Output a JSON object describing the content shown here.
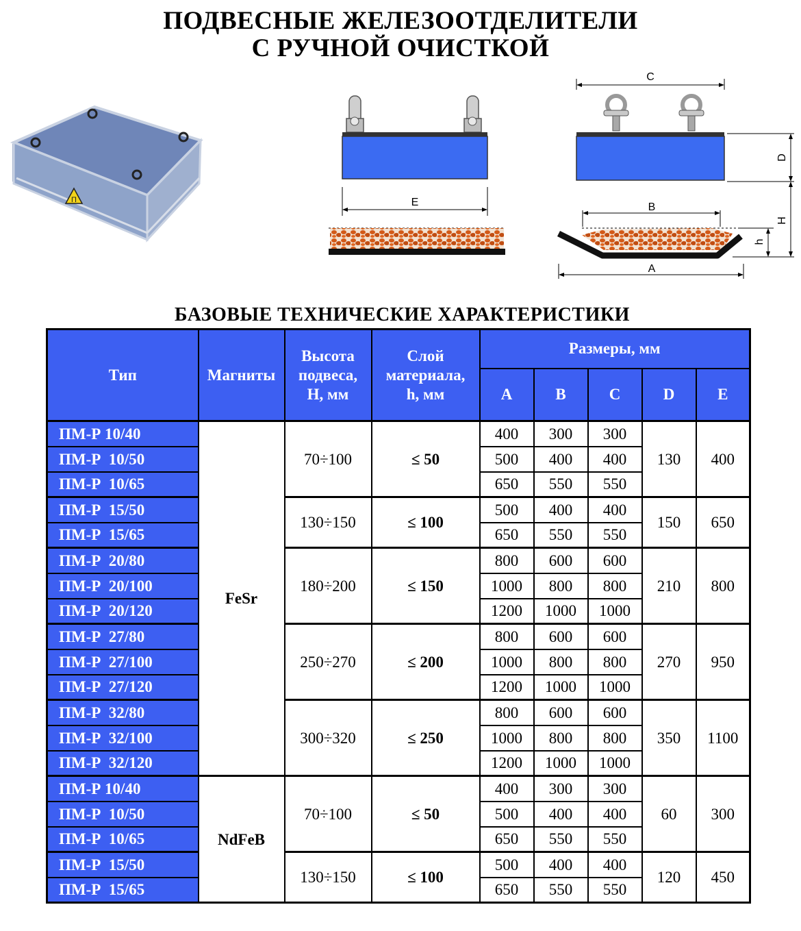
{
  "title": {
    "line1": "ПОДВЕСНЫЕ ЖЕЛЕЗООТДЕЛИТЕЛИ",
    "line2": "С РУЧНОЙ ОЧИСТКОЙ"
  },
  "photo": {
    "warning_symbol": "П"
  },
  "diagram": {
    "labels": {
      "A": "A",
      "B": "B",
      "C": "C",
      "D": "D",
      "E": "E",
      "H": "H",
      "h": "h"
    },
    "colors": {
      "magnet": "#3b6bf2",
      "material": "#d35a18"
    }
  },
  "table": {
    "subtitle": "БАЗОВЫЕ ТЕХНИЧЕСКИЕ ХАРАКТЕРИСТИКИ",
    "headers": {
      "type": "Тип",
      "magnets": "Магниты",
      "height_l1": "Высота",
      "height_l2": "подвеса,",
      "height_l3": "H, мм",
      "layer_l1": "Слой",
      "layer_l2": "материала,",
      "layer_l3": "h, мм",
      "dims": "Размеры, мм",
      "A": "A",
      "B": "B",
      "C": "C",
      "D": "D",
      "E": "E"
    },
    "header_color": "#3d5ff2",
    "magnets": [
      "FeSr",
      "NdFeB"
    ],
    "rows": [
      {
        "type": "ПМ-Р 10/40",
        "A": "400",
        "B": "300",
        "C": "300"
      },
      {
        "type": "ПМ-Р  10/50",
        "A": "500",
        "B": "400",
        "C": "400"
      },
      {
        "type": "ПМ-Р  10/65",
        "A": "650",
        "B": "550",
        "C": "550"
      },
      {
        "type": "ПМ-Р  15/50",
        "A": "500",
        "B": "400",
        "C": "400"
      },
      {
        "type": "ПМ-Р  15/65",
        "A": "650",
        "B": "550",
        "C": "550"
      },
      {
        "type": "ПМ-Р  20/80",
        "A": "800",
        "B": "600",
        "C": "600"
      },
      {
        "type": "ПМ-Р  20/100",
        "A": "1000",
        "B": "800",
        "C": "800"
      },
      {
        "type": "ПМ-Р  20/120",
        "A": "1200",
        "B": "1000",
        "C": "1000"
      },
      {
        "type": "ПМ-Р  27/80",
        "A": "800",
        "B": "600",
        "C": "600"
      },
      {
        "type": "ПМ-Р  27/100",
        "A": "1000",
        "B": "800",
        "C": "800"
      },
      {
        "type": "ПМ-Р  27/120",
        "A": "1200",
        "B": "1000",
        "C": "1000"
      },
      {
        "type": "ПМ-Р  32/80",
        "A": "800",
        "B": "600",
        "C": "600"
      },
      {
        "type": "ПМ-Р  32/100",
        "A": "1000",
        "B": "800",
        "C": "800"
      },
      {
        "type": "ПМ-Р  32/120",
        "A": "1200",
        "B": "1000",
        "C": "1000"
      },
      {
        "type": "ПМ-Р 10/40",
        "A": "400",
        "B": "300",
        "C": "300"
      },
      {
        "type": "ПМ-Р  10/50",
        "A": "500",
        "B": "400",
        "C": "400"
      },
      {
        "type": "ПМ-Р  10/65",
        "A": "650",
        "B": "550",
        "C": "550"
      },
      {
        "type": "ПМ-Р  15/50",
        "A": "500",
        "B": "400",
        "C": "400"
      },
      {
        "type": "ПМ-Р  15/65",
        "A": "650",
        "B": "550",
        "C": "550"
      }
    ],
    "groups": [
      {
        "H": "70÷100",
        "h": "≤ 50",
        "D": "130",
        "E": "400"
      },
      {
        "H": "130÷150",
        "h": "≤ 100",
        "D": "150",
        "E": "650"
      },
      {
        "H": "180÷200",
        "h": "≤ 150",
        "D": "210",
        "E": "800"
      },
      {
        "H": "250÷270",
        "h": "≤ 200",
        "D": "270",
        "E": "950"
      },
      {
        "H": "300÷320",
        "h": "≤ 250",
        "D": "350",
        "E": "1100"
      },
      {
        "H": "70÷100",
        "h": "≤ 50",
        "D": "60",
        "E": "300"
      },
      {
        "H": "130÷150",
        "h": "≤ 100",
        "D": "120",
        "E": "450"
      }
    ]
  }
}
